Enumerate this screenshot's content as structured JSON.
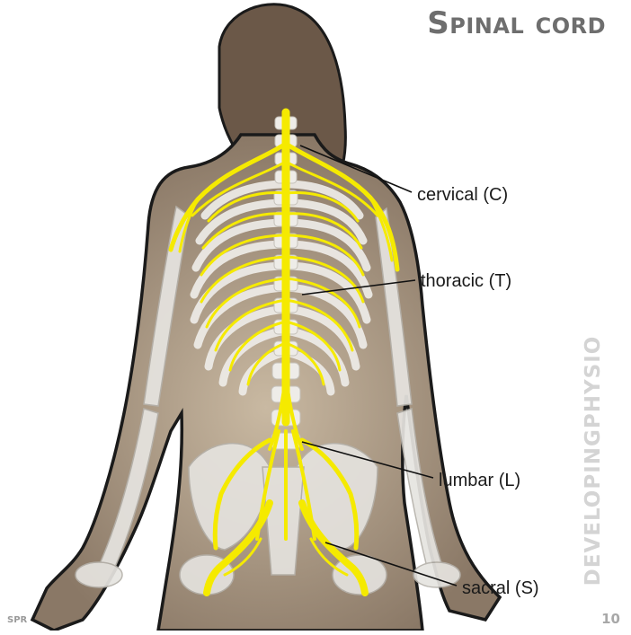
{
  "title": "Spinal cord",
  "labels": {
    "cervical": "cervical (C)",
    "thoracic": "thoracic (T)",
    "lumbar": "lumbar (L)",
    "sacral": "sacral (S)"
  },
  "branding": "DEVELOPINGPHYSIO",
  "credit": "SPR",
  "page_number": "10",
  "colors": {
    "skin": "#8a7866",
    "hair": "#6b5848",
    "bone": "#e6e4e0",
    "nerve": "#f5ea00",
    "title": "#6e6e6e"
  }
}
